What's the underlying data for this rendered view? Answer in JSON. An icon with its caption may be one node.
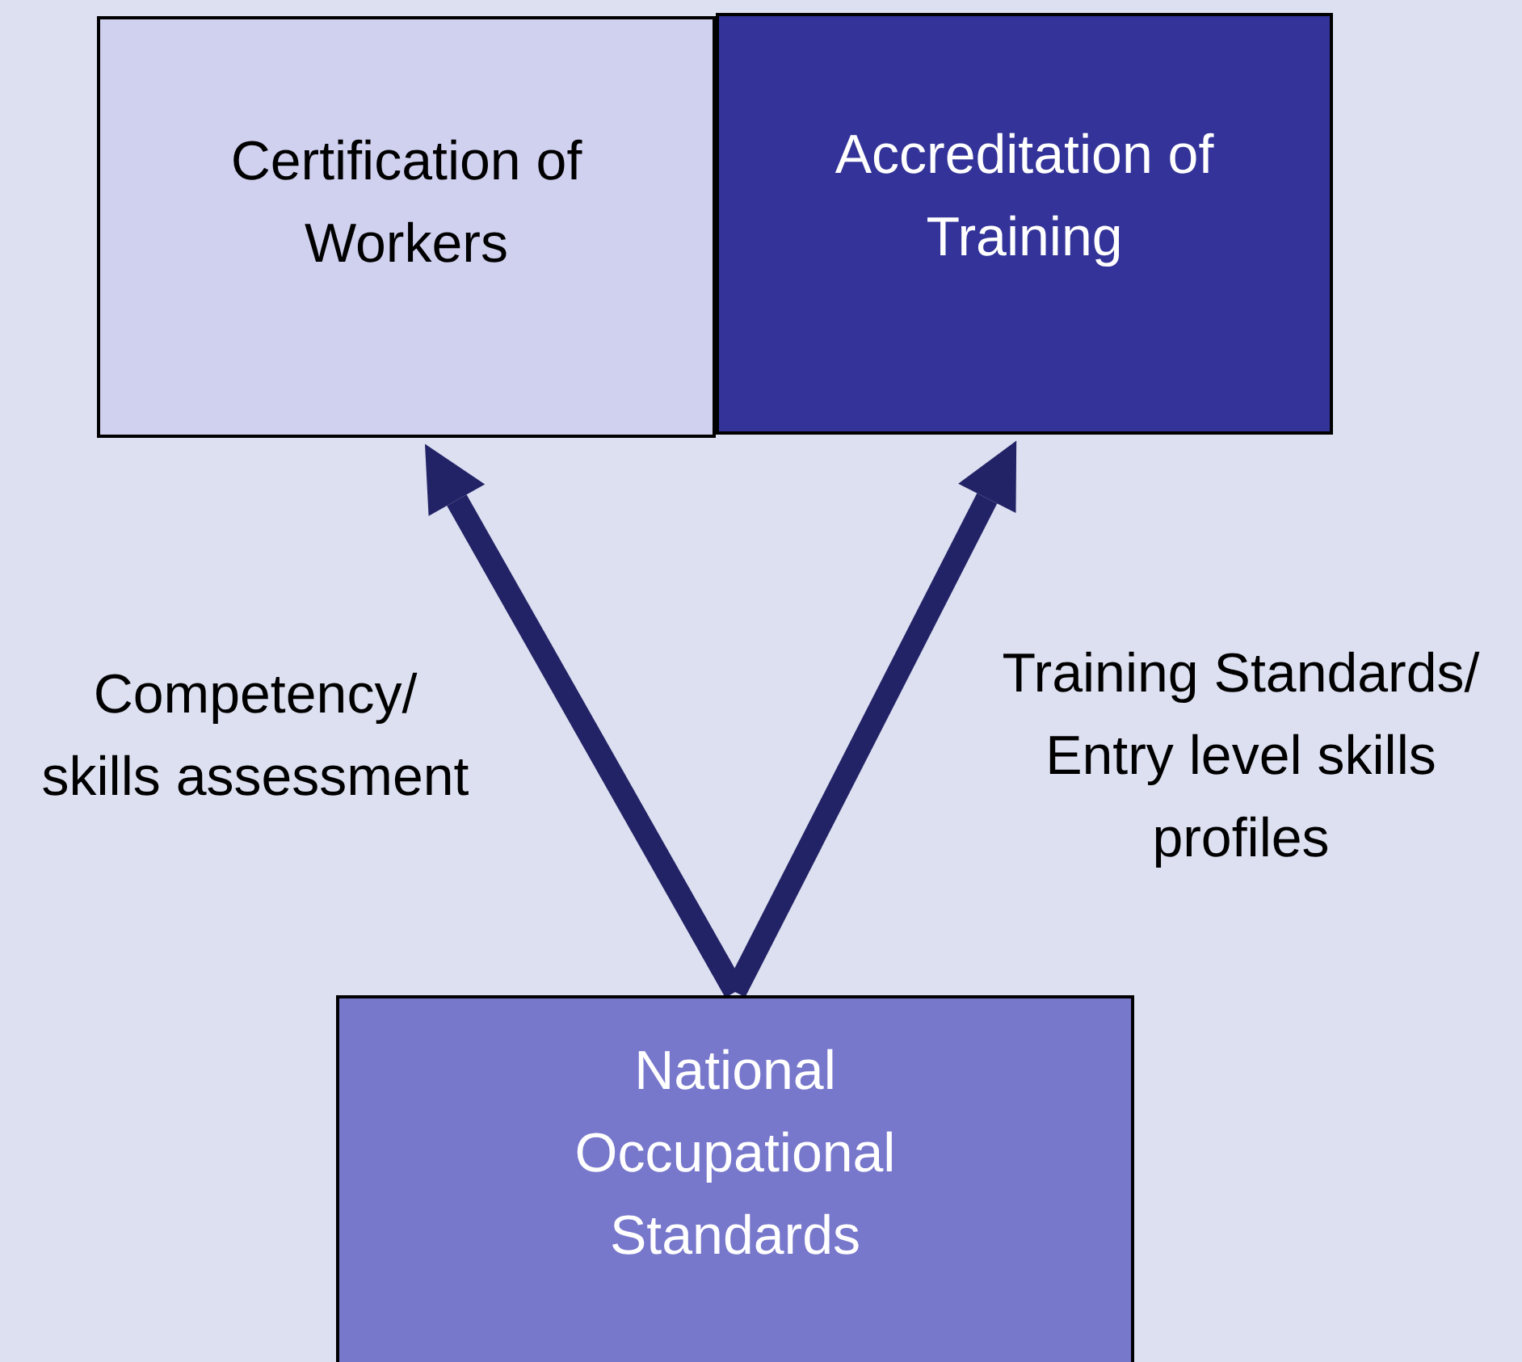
{
  "diagram": {
    "nodes": [
      {
        "text": [
          "Certification of Workers"
        ]
      },
      {
        "text": [
          "Accreditation of Training"
        ]
      },
      {
        "text": [
          "National Occupational Standards"
        ]
      }
    ],
    "edges": [
      {
        "from": 2,
        "to": 0,
        "arrow": "to",
        "label": "Competency/ skills assessment"
      },
      {
        "from": 2,
        "to": 1,
        "arrow": "to",
        "label": "Training Standards/ Entry level skills profiles"
      }
    ]
  }
}
